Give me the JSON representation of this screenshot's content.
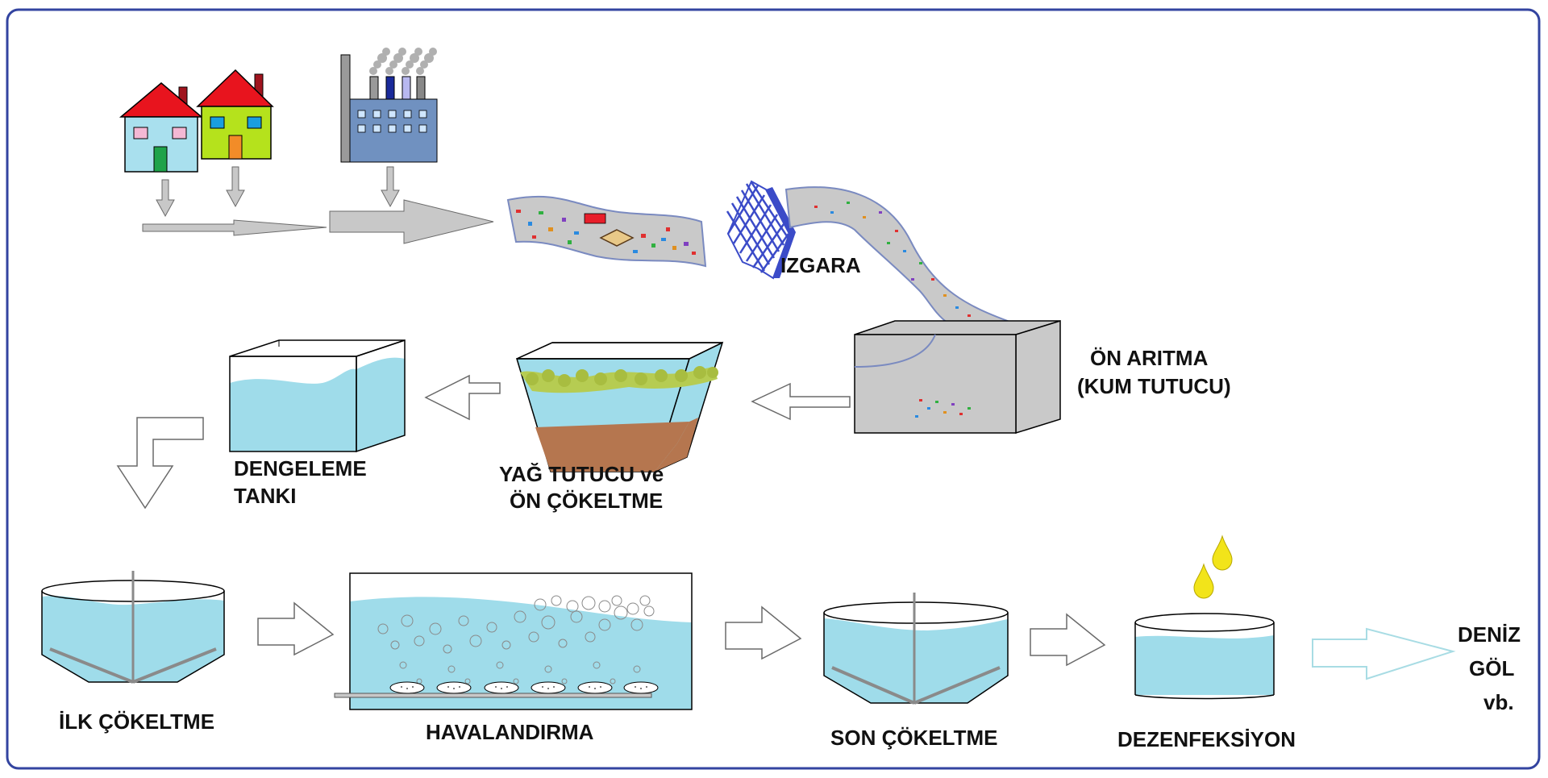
{
  "labels": {
    "izgara": "IZGARA",
    "on_aritma_1": "ÖN ARITMA",
    "on_aritma_2": "(KUM TUTUCU)",
    "yag_1": "YAĞ TUTUCU ve",
    "yag_2": "ÖN ÇÖKELTME",
    "dengeleme_1": "DENGELEME",
    "dengeleme_2": "TANKI",
    "ilk": "İLK ÇÖKELTME",
    "havalandirma": "HAVALANDIRMA",
    "son": "SON ÇÖKELTME",
    "dezenfeksiyon": "DEZENFEKSİYON",
    "deniz_1": "DENİZ",
    "deniz_2": "GÖL",
    "deniz_3": "vb."
  },
  "colors": {
    "frame": "#3344a0",
    "water": "#9fdcea",
    "arrow_fill": "#c8c8c8",
    "roof": "#e8141e",
    "house1": "#a9e0ee",
    "house2": "#b5e21c",
    "factory": "#7091c0",
    "screen": "#3b4bc8",
    "sludge": "#b5764f",
    "oil": "#b6cc52",
    "drop": "#f2e41a",
    "outflow": "#a8dce4"
  }
}
